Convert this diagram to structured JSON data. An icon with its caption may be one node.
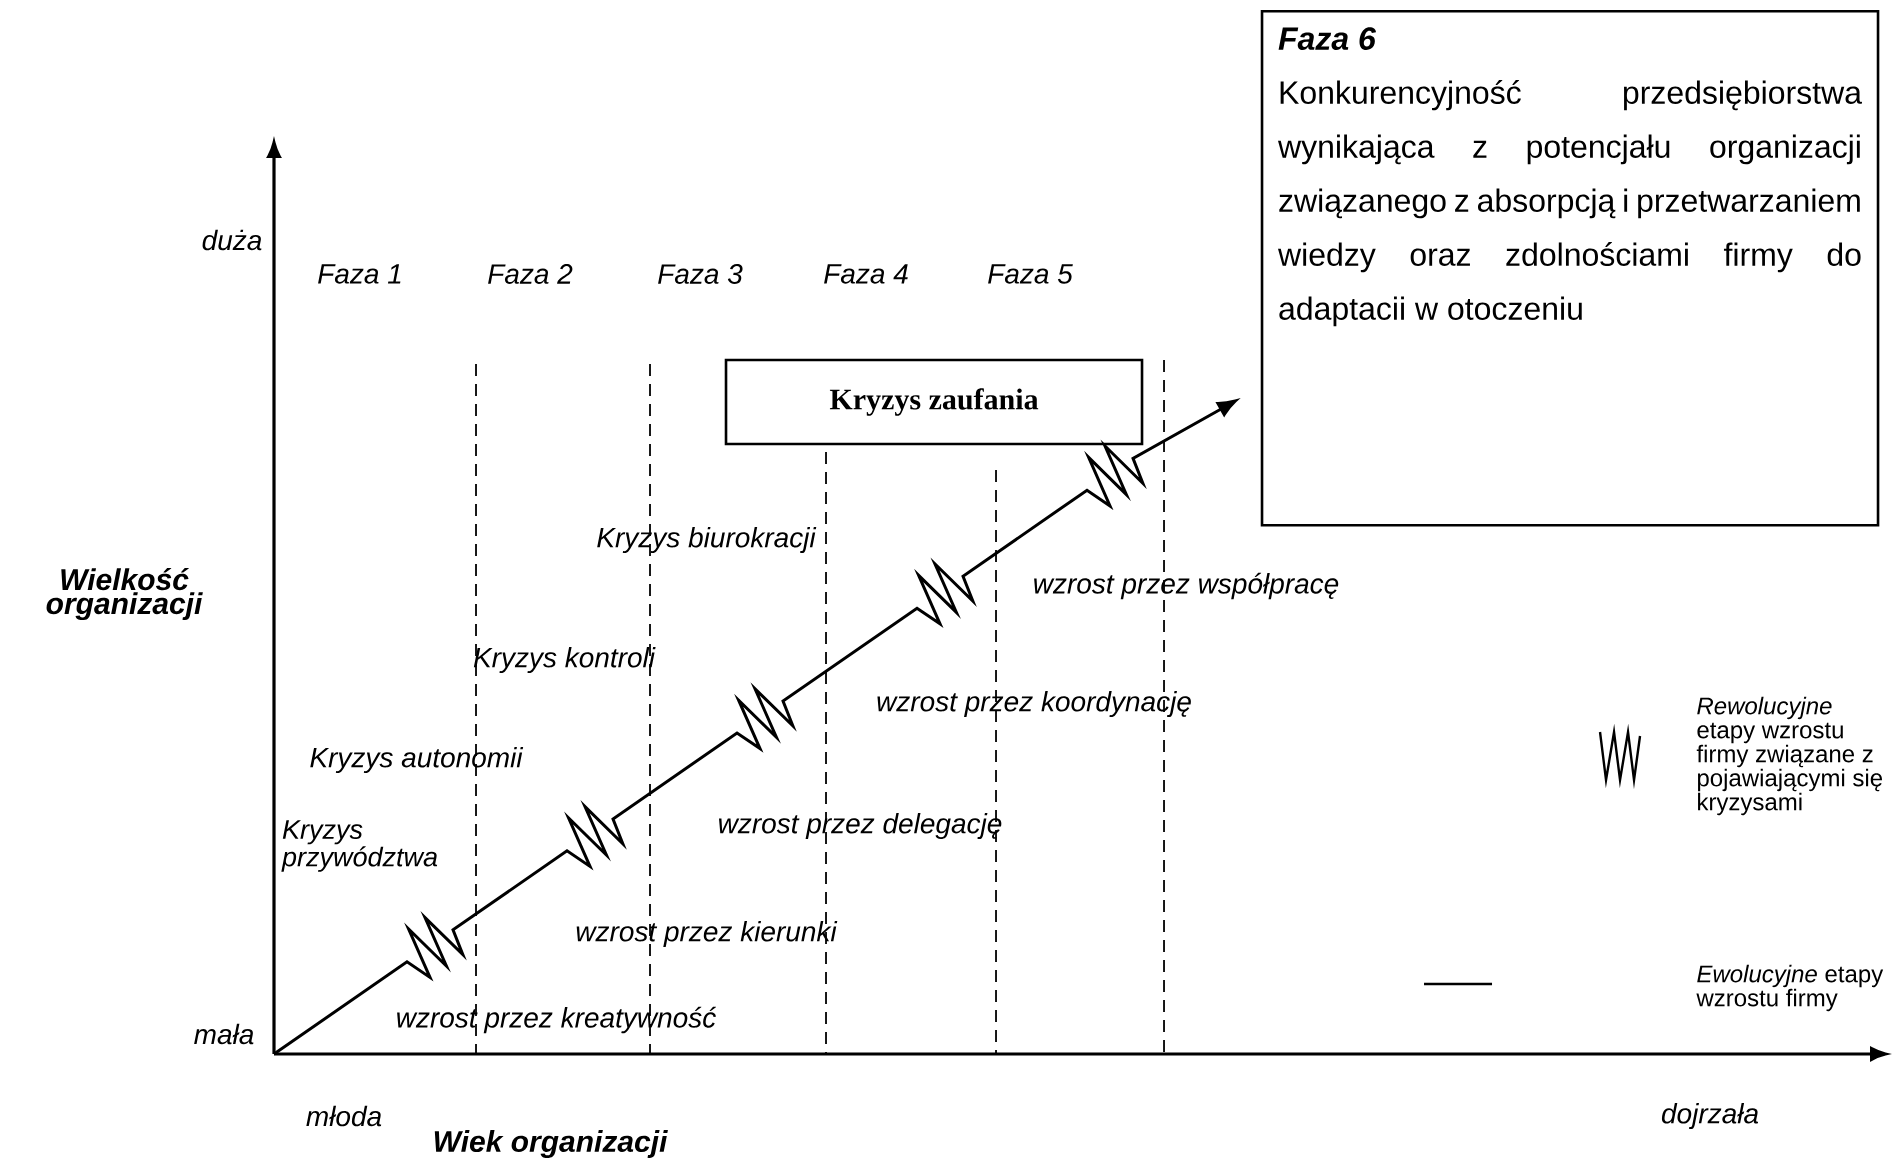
{
  "diagram": {
    "nodes": [
      {
        "text": [
          "Kryzys zaufania"
        ]
      },
      {
        "text": [
          "Faza 6",
          "Konkurencyjność przedsiębiorstwa wynikająca z potencjału organizacji związanego z absorpcją i przetwarzaniem wiedzy oraz zdolnościami firmy do adaptacii w otoczeniu"
        ]
      }
    ],
    "edges": [
      {
        "from": null,
        "to": 1,
        "arrow": "to"
      }
    ],
    "labels": [
      "duża",
      "Faza 1",
      "Faza 2",
      "Faza 3",
      "Faza 4",
      "Faza 5",
      "Wielkość organizacji",
      "Kryzys biurokracji",
      "wzrost przez współpracę",
      "Kryzys kontroli",
      "wzrost przez koordynację",
      "Kryzys autonomii",
      "Kryzys przywództwa",
      "wzrost przez delegację",
      "wzrost przez kierunki",
      "mała",
      "wzrost przez kreatywność",
      "młoda",
      "dojrzała",
      "Wiek organizacji"
    ],
    "legend": [
      {
        "text": "*Rewolucyjne* etapy wzrostu firmy związane z pojawiającymi się kryzysami"
      },
      {
        "text": "*Ewolucyjne* etapy wzrostu firmy"
      }
    ]
  }
}
